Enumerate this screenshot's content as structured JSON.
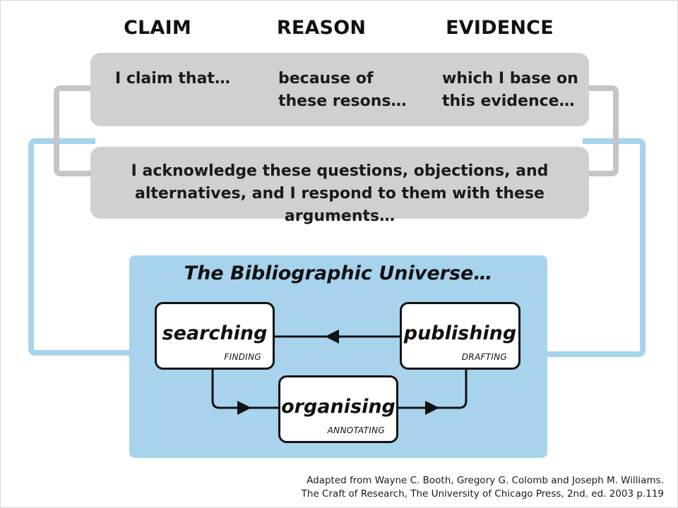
{
  "columns": {
    "claim": "CLAIM",
    "reason": "REASON",
    "evidence": "EVIDENCE"
  },
  "argument_box": {
    "claim_text": "I claim that…",
    "reason_text": "because of\nthese resons…",
    "evidence_text": "which I base on\nthis evidence…"
  },
  "acknowledgement_box": {
    "text": "I acknowledge these questions, objections, and\nalternatives, and I respond to them with these arguments…"
  },
  "universe_panel": {
    "title": "The Bibliographic Universe…",
    "nodes": {
      "searching": {
        "label": "searching",
        "sub": "FINDING"
      },
      "publishing": {
        "label": "publishing",
        "sub": "DRAFTING"
      },
      "organising": {
        "label": "organising",
        "sub": "ANNOTATING"
      }
    }
  },
  "credit": {
    "line1": "Adapted from Wayne C. Booth, Gregory G. Colomb and Joseph M. Williams.",
    "line2": "The Craft of Research, The University of Chicago Press, 2nd. ed.  2003 p.119"
  },
  "colors": {
    "grey_box": "#cfd0d2",
    "blue_panel": "#a7d4ec",
    "blue_connector": "#a7d4ec",
    "grey_connector": "#c4c5c7",
    "arrow": "#111111"
  }
}
